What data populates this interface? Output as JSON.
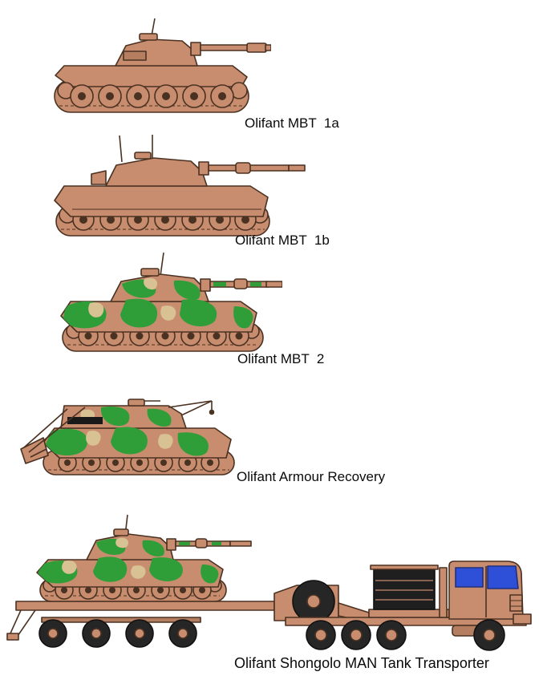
{
  "figure_name": "Olifant armoured vehicle family side-profile comparison",
  "vehicles": [
    {
      "id": "olifant-mbt-1a",
      "label": "Olifant MBT  1a",
      "scheme": "plain tan"
    },
    {
      "id": "olifant-mbt-1b",
      "label": "Olifant MBT  1b",
      "scheme": "plain tan"
    },
    {
      "id": "olifant-mbt-2",
      "label": "Olifant MBT  2",
      "scheme": "green-tan camouflage"
    },
    {
      "id": "olifant-armour-recovery",
      "label": "Olifant Armour Recovery",
      "scheme": "green-tan camouflage"
    },
    {
      "id": "olifant-shongolo",
      "label": "Olifant Shongolo MAN Tank Transporter",
      "scheme": "tan transporter carrying camouflaged tank"
    }
  ],
  "colors": {
    "background": "#ffffff",
    "hull_tan": "#c88c6e",
    "shade_tan": "#b57e60",
    "outline_brown": "#4a3222",
    "camo_green": "#2f9e38",
    "camo_sand": "#d8c192",
    "tire_black": "#262626",
    "detail_black": "#191919",
    "cab_window_blue": "#2e4fd8",
    "label_text": "#0a0a0a"
  }
}
